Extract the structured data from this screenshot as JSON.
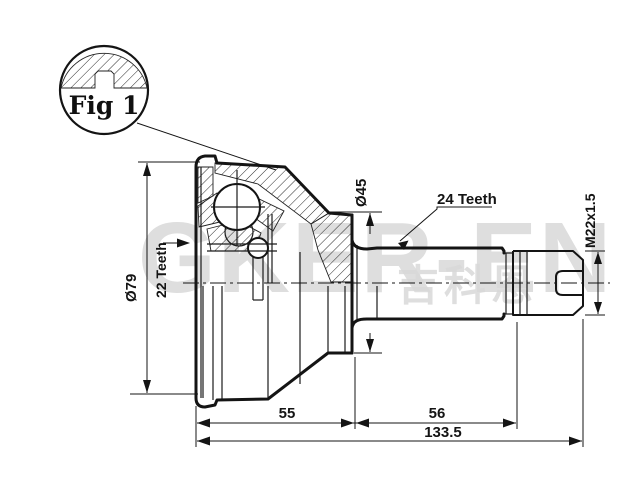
{
  "title": {
    "figure_caption": "Fig 1"
  },
  "watermark": {
    "brand": "GKER-EN",
    "brand_cn": "吉科恩"
  },
  "dimensions": {
    "outer_diameter": "Ø79",
    "inner_spline_teeth": "22 Teeth",
    "shoulder_diameter": "Ø45",
    "shaft_spline_teeth": "24 Teeth",
    "thread_spec": "M22x1.5",
    "body_length_mm": "55",
    "shaft_length_mm": "56",
    "total_length_mm": "133.5"
  },
  "colors": {
    "line": "#141414",
    "watermark": "#dedede",
    "background": "#ffffff"
  }
}
